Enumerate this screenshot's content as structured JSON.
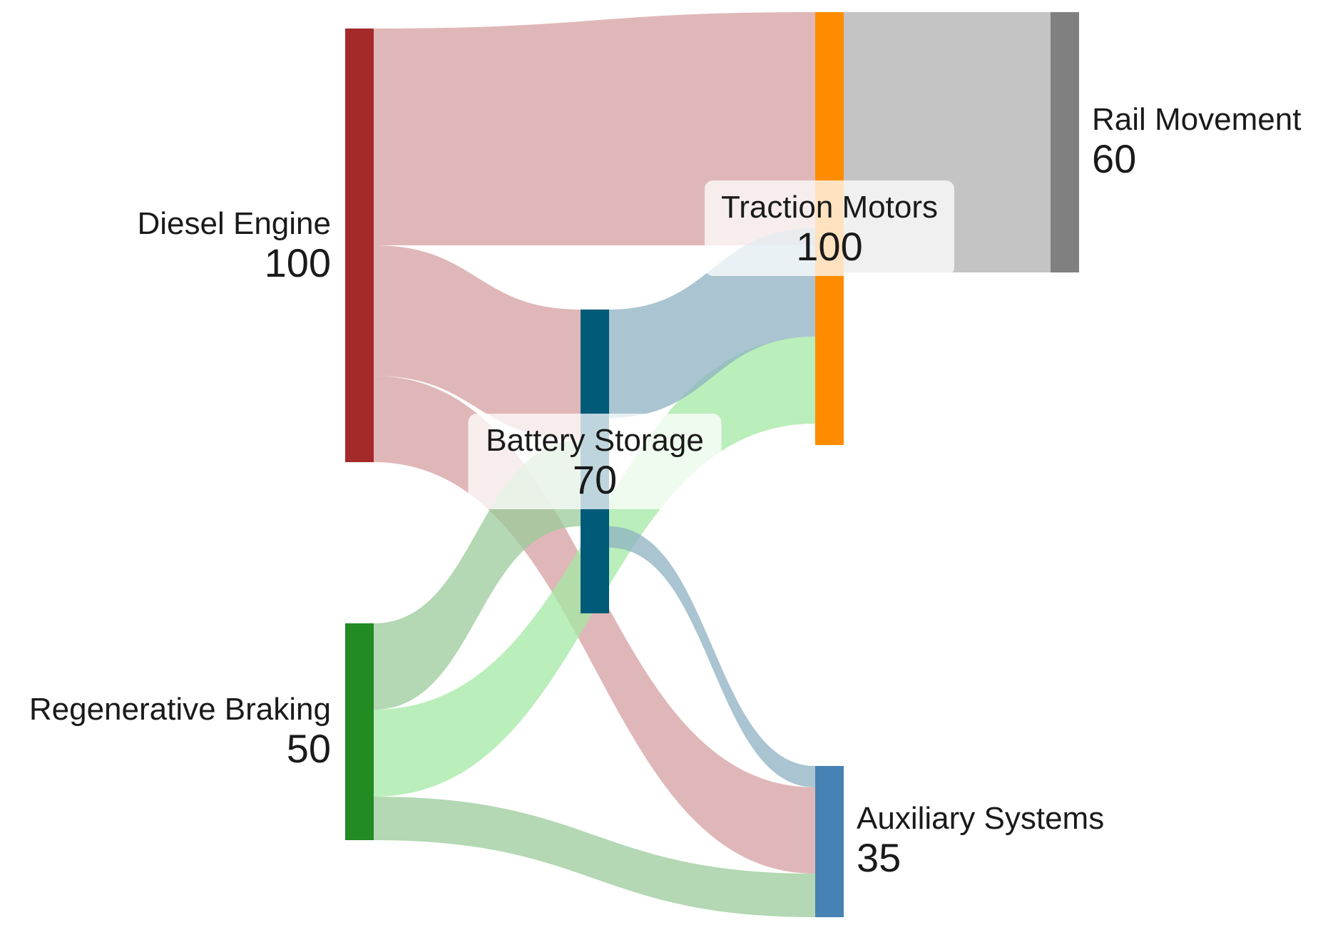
{
  "chart_data": {
    "type": "sankey",
    "nodes": [
      {
        "id": "diesel",
        "label": "Diesel Engine",
        "value": "100",
        "color": "#a3292b"
      },
      {
        "id": "regen",
        "label": "Regenerative Braking",
        "value": "50",
        "color": "#228b22"
      },
      {
        "id": "battery",
        "label": "Battery Storage",
        "value": "70",
        "color": "#015a78"
      },
      {
        "id": "traction",
        "label": "Traction Motors",
        "value": "100",
        "color": "#ff8c00"
      },
      {
        "id": "aux",
        "label": "Auxiliary Systems",
        "value": "35",
        "color": "#4682b4"
      },
      {
        "id": "rail",
        "label": "Rail Movement",
        "value": "60",
        "color": "#808080"
      }
    ],
    "links": [
      {
        "source": "diesel",
        "target": "traction",
        "value": 50,
        "color": "#d59fa0"
      },
      {
        "source": "diesel",
        "target": "battery",
        "value": 30,
        "color": "#d59fa0"
      },
      {
        "source": "diesel",
        "target": "aux",
        "value": 20,
        "color": "#d59fa0"
      },
      {
        "source": "regen",
        "target": "battery",
        "value": 20,
        "color": "#9acb99"
      },
      {
        "source": "regen",
        "target": "traction",
        "value": 20,
        "color": "#a3e8a3"
      },
      {
        "source": "regen",
        "target": "aux",
        "value": 10,
        "color": "#9acb99"
      },
      {
        "source": "battery",
        "target": "traction",
        "value": 25,
        "color": "#8eb1c1"
      },
      {
        "source": "battery",
        "target": "aux",
        "value": 5,
        "color": "#8eb1c1"
      },
      {
        "source": "traction",
        "target": "rail",
        "value": 60,
        "color": "#c4c4c4"
      }
    ]
  }
}
